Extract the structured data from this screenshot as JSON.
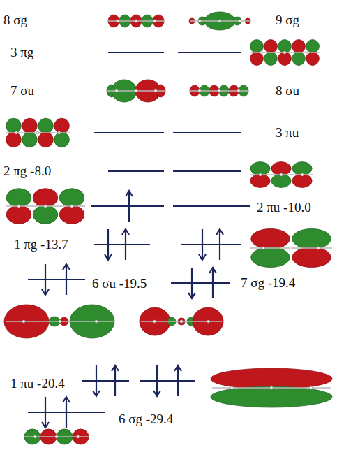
{
  "diagram": {
    "labels": [
      "8 σg",
      "9 σg",
      "3 πg",
      "7 σu",
      "8 σu",
      "3 πu",
      "2 πg -8.0",
      "2 πu -10.0",
      "1 πg -13.7",
      "6 σu -19.5",
      "7 σg -19.4",
      "1 πu -20.4",
      "6 σg -29.4"
    ]
  }
}
